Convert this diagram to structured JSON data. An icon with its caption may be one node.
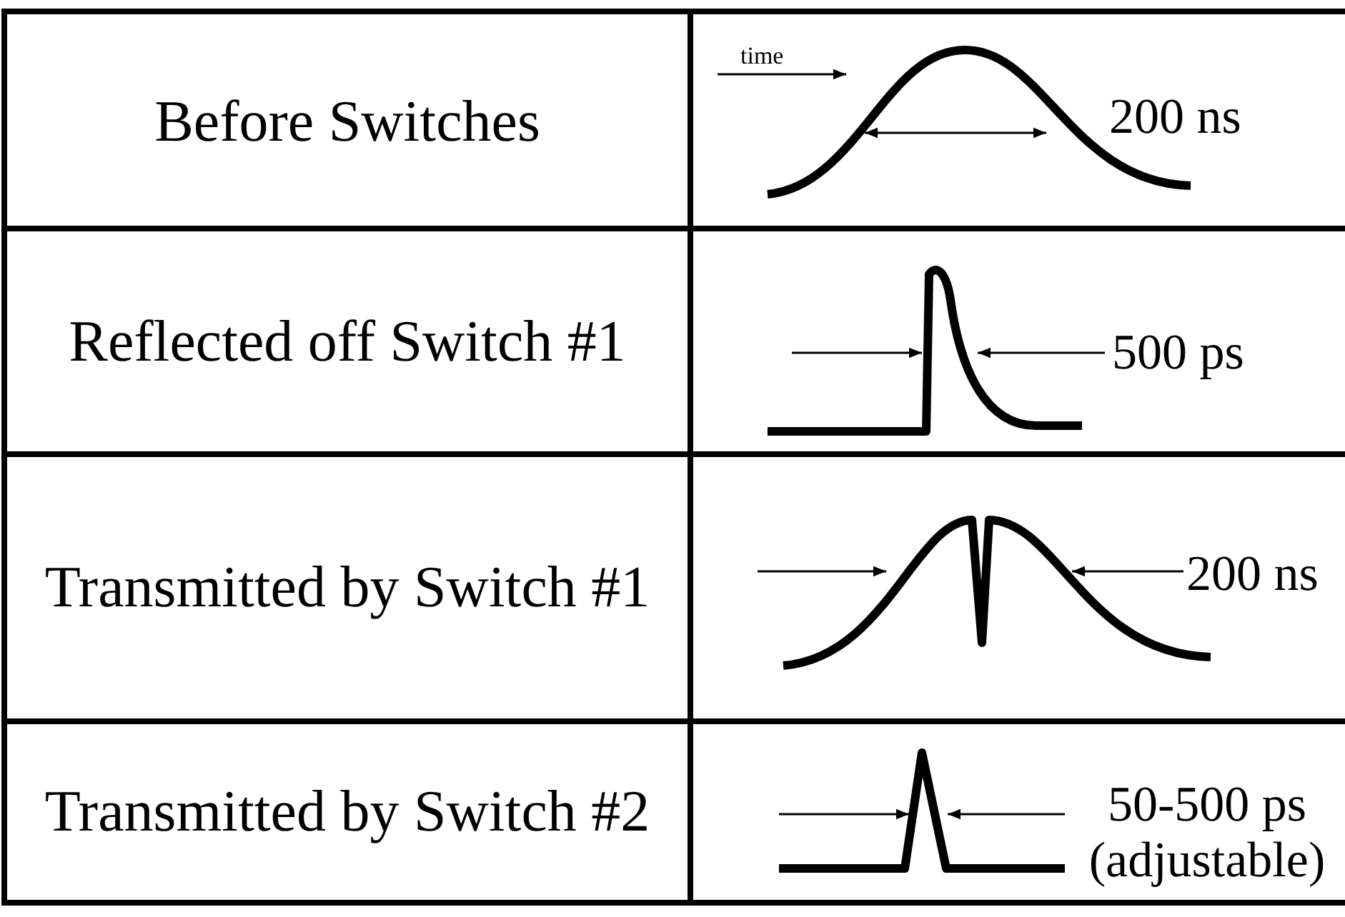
{
  "diagram": {
    "labels": [
      "Before Switches",
      "time",
      "200 ns",
      "Reflected off Switch #1",
      "500 ps",
      "Transmitted by Switch #1",
      "200 ns",
      "Transmitted by Switch #2",
      "50-500 ps (adjustable)"
    ]
  }
}
